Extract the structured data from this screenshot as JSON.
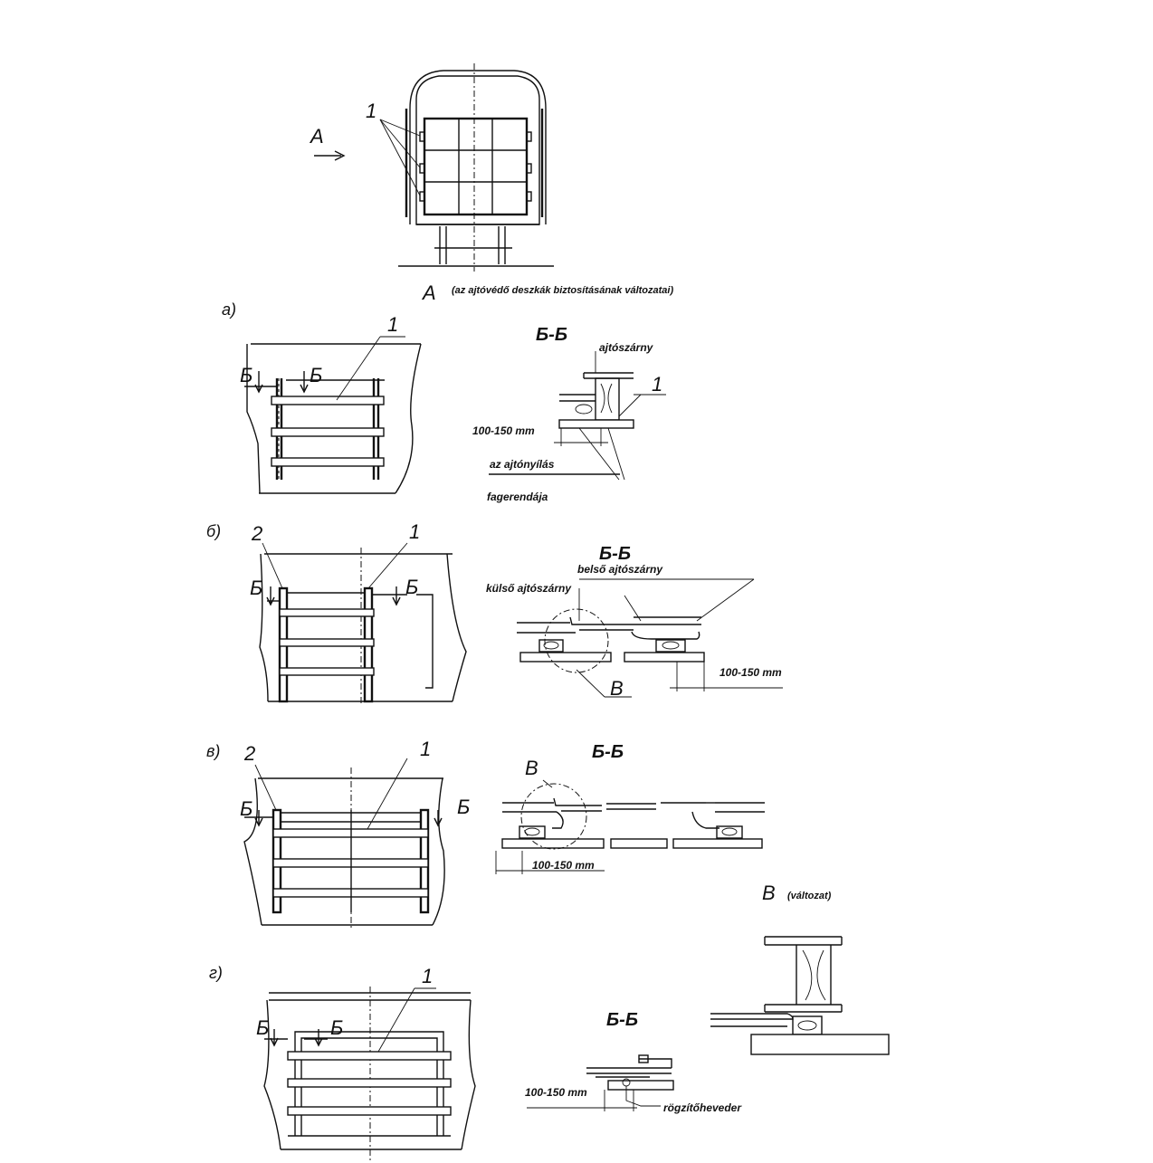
{
  "view_a": {
    "arrow_label": "А",
    "callout": "1"
  },
  "caption": {
    "letter": "А",
    "text": "(az ajtóvédő deszkák biztosításának változatai)"
  },
  "variant_a": {
    "tag": "а)",
    "callout": "1",
    "section_mark_1": "Б",
    "section_mark_2": "Б",
    "section_title": "Б-Б",
    "door_leaf": "ajtószárny",
    "callout_section": "1",
    "dim": "100-150 mm",
    "opening_1": "az ajtónyílás",
    "opening_2": "fagerendája"
  },
  "variant_b": {
    "tag": "б)",
    "callout_2": "2",
    "callout_1": "1",
    "section_mark_1": "Б",
    "section_mark_2": "Б",
    "section_title": "Б-Б",
    "inner_leaf": "belső ajtószárny",
    "outer_leaf": "külső ajtószárny",
    "detail": "В",
    "dim": "100-150 mm"
  },
  "variant_v": {
    "tag": "в)",
    "callout_2": "2",
    "callout_1": "1",
    "section_mark_1": "Б",
    "section_mark_2": "Б",
    "section_title": "Б-Б",
    "detail": "В",
    "dim": "100-150 mm"
  },
  "detail_v": {
    "letter": "В",
    "note": "(változat)"
  },
  "variant_g": {
    "tag": "г)",
    "callout": "1",
    "section_mark_1": "Б",
    "section_mark_2": "Б",
    "section_title": "Б-Б",
    "dim": "100-150 mm",
    "strap": "rögzítőheveder"
  }
}
